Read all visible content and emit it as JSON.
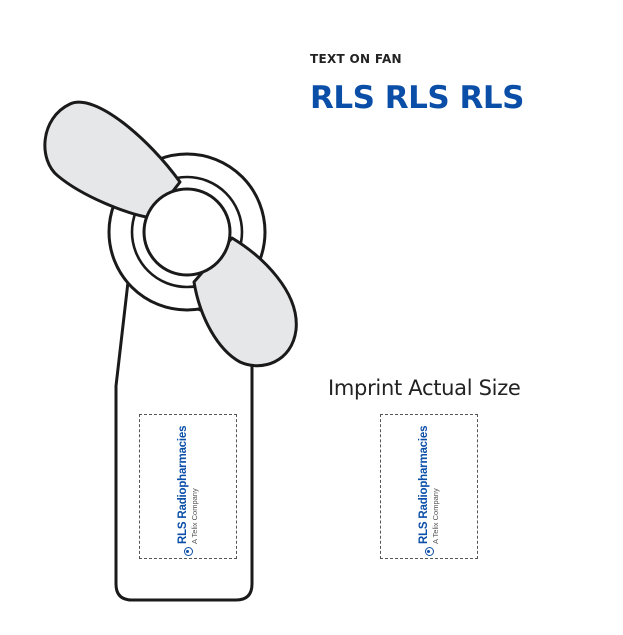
{
  "header": {
    "label": "TEXT ON FAN",
    "text": "RLS RLS RLS"
  },
  "imprint": {
    "caption": "Imprint Actual Size"
  },
  "logo": {
    "name": "RLS Radiopharmacies",
    "tagline": "A Telix Company",
    "icon": "rls-logo-mark-icon"
  },
  "colors": {
    "brand_blue": "#0a4ea8",
    "outline": "#1a1a1a",
    "blade_fill": "#e6e7e9",
    "dash": "#555555"
  }
}
